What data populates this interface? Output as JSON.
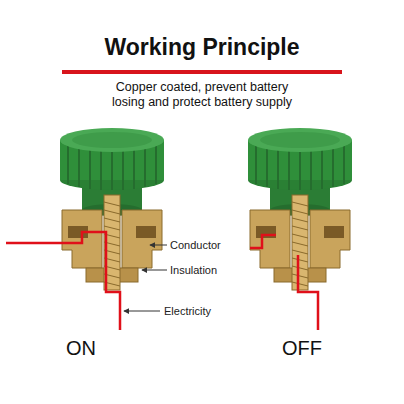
{
  "diagram": {
    "title": "Working Principle",
    "caption": "Copper coated, prevent battery losing and protect battery supply",
    "labels": [
      "Conductor",
      "Insulation",
      "Electricity",
      "ON",
      "OFF"
    ]
  }
}
